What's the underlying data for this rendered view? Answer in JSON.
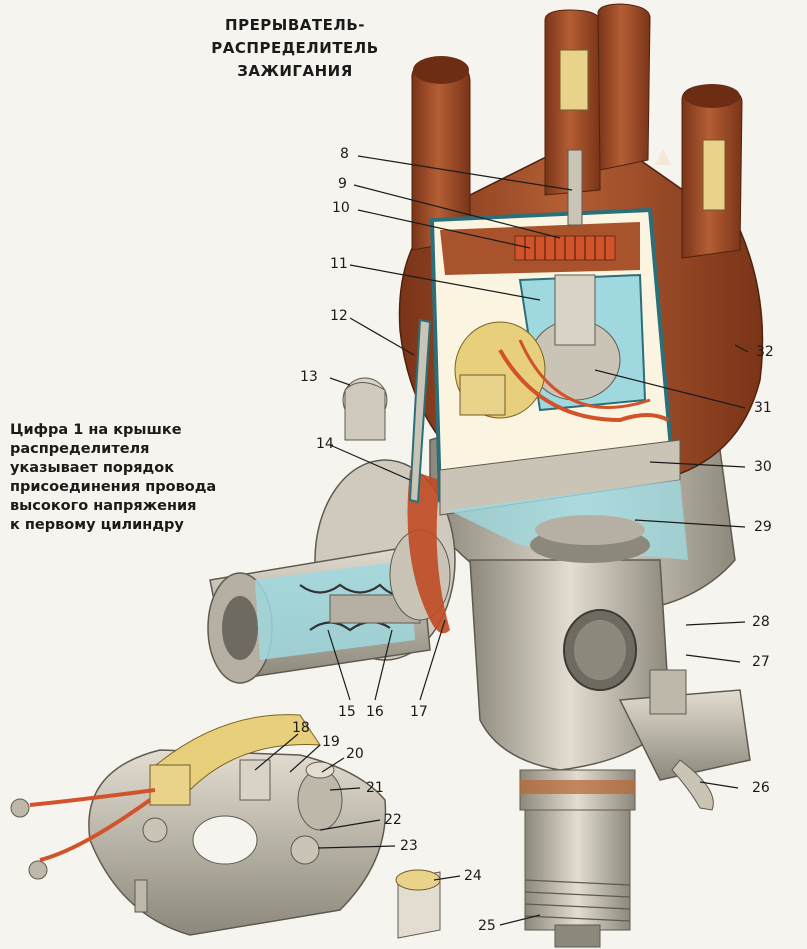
{
  "title": {
    "line1": "ПРЕРЫВАТЕЛЬ-",
    "line2": "РАСПРЕДЕЛИТЕЛЬ",
    "line3": "ЗАЖИГАНИЯ"
  },
  "note": {
    "line1": "Цифра 1 на крышке",
    "line2": "распределителя",
    "line3": "указывает порядок",
    "line4": "присоединения провода",
    "line5": "высокого напряжения",
    "line6": "к первому цилиндру"
  },
  "callouts": [
    {
      "id": "8",
      "label": "8"
    },
    {
      "id": "9",
      "label": "9"
    },
    {
      "id": "10",
      "label": "10"
    },
    {
      "id": "11",
      "label": "11"
    },
    {
      "id": "12",
      "label": "12"
    },
    {
      "id": "13",
      "label": "13"
    },
    {
      "id": "14",
      "label": "14"
    },
    {
      "id": "15",
      "label": "15"
    },
    {
      "id": "16",
      "label": "16"
    },
    {
      "id": "17",
      "label": "17"
    },
    {
      "id": "18",
      "label": "18"
    },
    {
      "id": "19",
      "label": "19"
    },
    {
      "id": "20",
      "label": "20"
    },
    {
      "id": "21",
      "label": "21"
    },
    {
      "id": "22",
      "label": "22"
    },
    {
      "id": "23",
      "label": "23"
    },
    {
      "id": "24",
      "label": "24"
    },
    {
      "id": "25",
      "label": "25"
    },
    {
      "id": "26",
      "label": "26"
    },
    {
      "id": "27",
      "label": "27"
    },
    {
      "id": "28",
      "label": "28"
    },
    {
      "id": "29",
      "label": "29"
    },
    {
      "id": "30",
      "label": "30"
    },
    {
      "id": "31",
      "label": "31"
    },
    {
      "id": "32",
      "label": "32"
    }
  ],
  "colors": {
    "cap": "#a8532c",
    "cap_dark": "#7a3418",
    "metal": "#c9c4b6",
    "metal_dark": "#8d887c",
    "section_cyan": "#9fd8de",
    "coil_red": "#d2532a",
    "line": "#1b1b1b"
  }
}
